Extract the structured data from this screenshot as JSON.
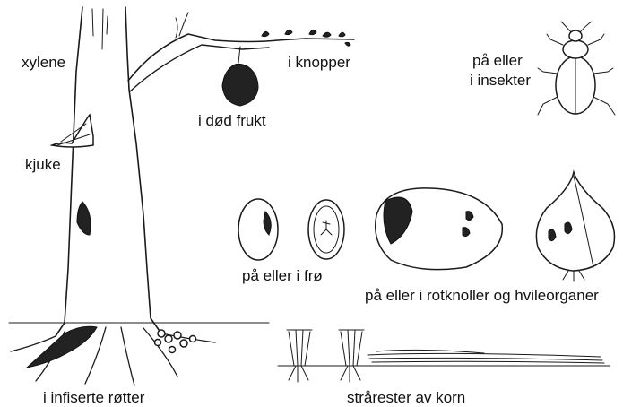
{
  "labels": {
    "xylene": "xylene",
    "knopper": "i knopper",
    "dod_frukt": "i død frukt",
    "kjuke": "kjuke",
    "insekter_line1": "på eller",
    "insekter_line2": "i insekter",
    "fro": "på eller i frø",
    "rotknoller": "på eller i rotknoller og hvileorganer",
    "rotter": "i infiserte røtter",
    "strarester": "strårester av korn"
  }
}
